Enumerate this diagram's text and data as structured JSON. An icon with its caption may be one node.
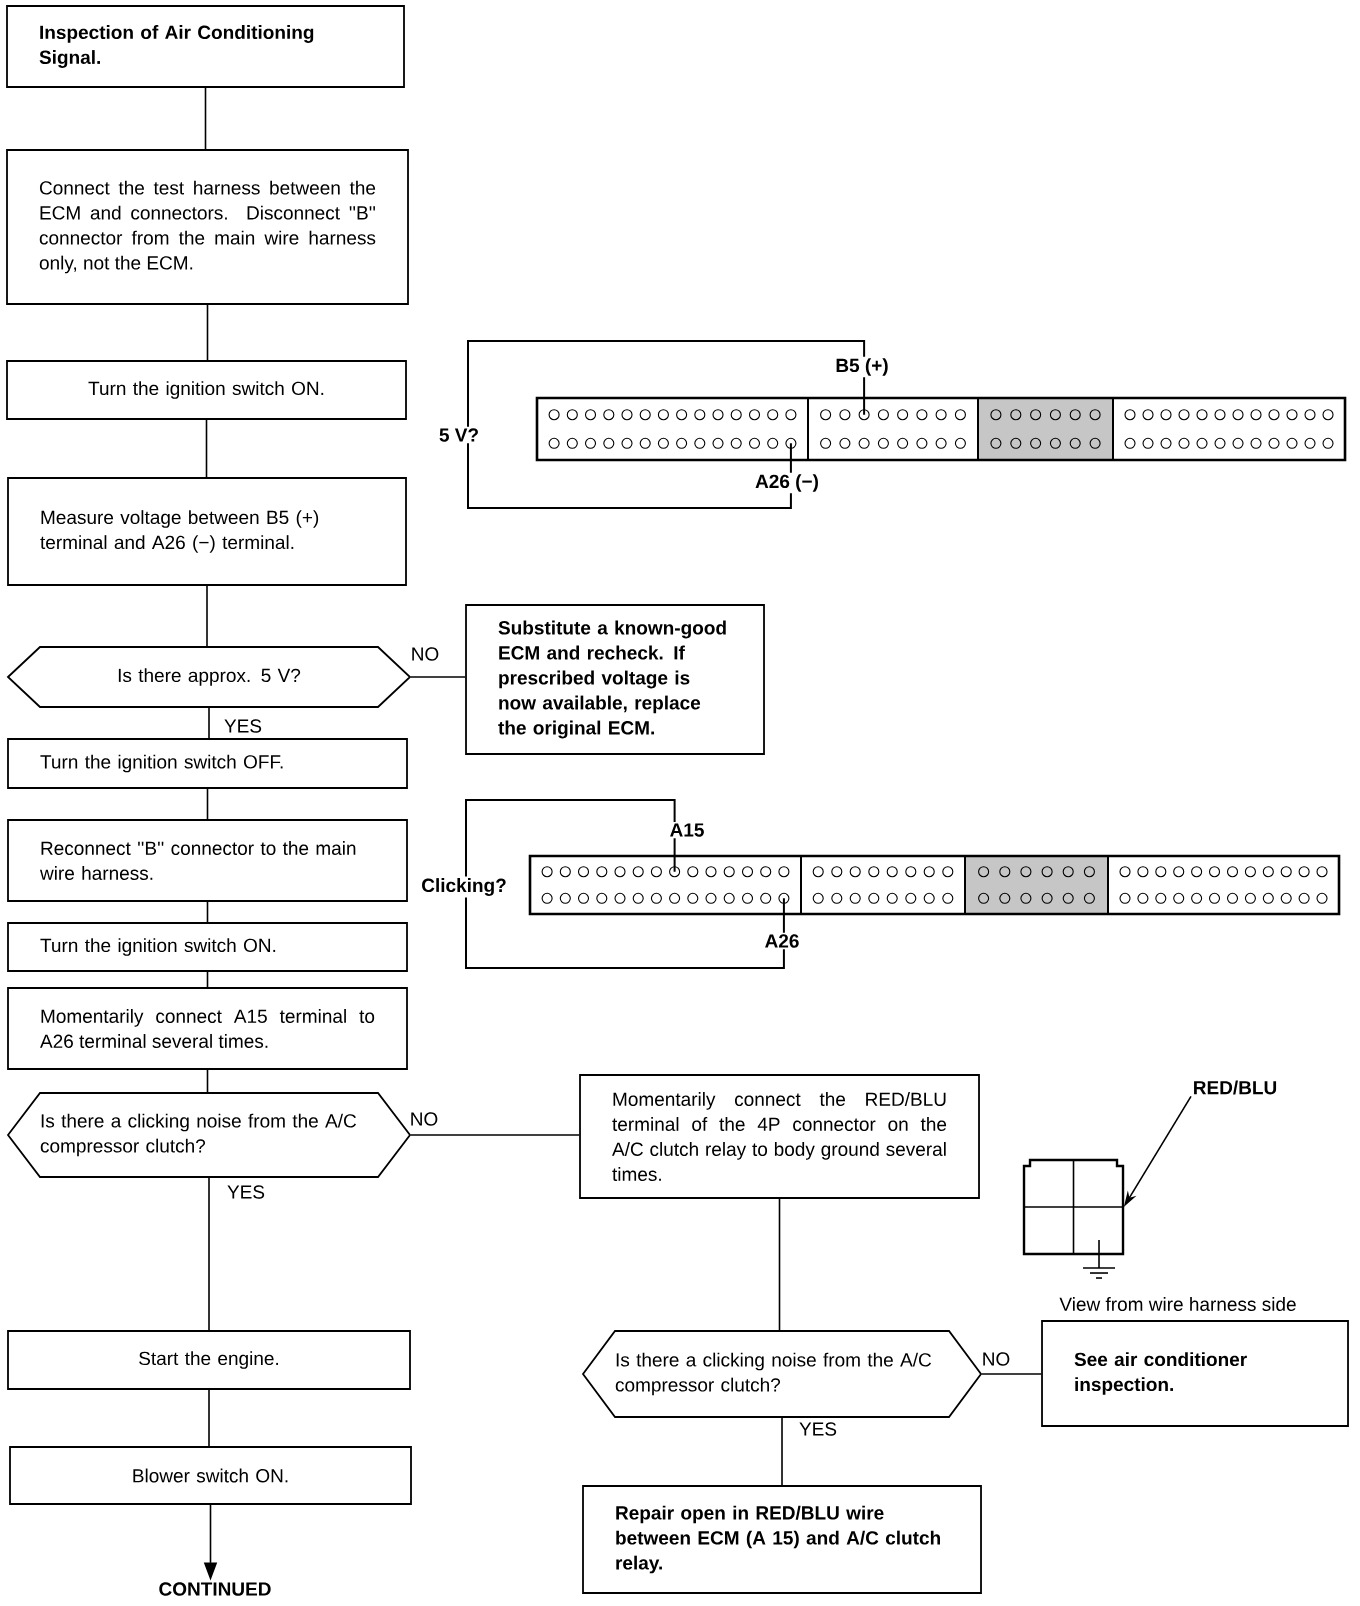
{
  "diagram": {
    "nodes": [
      {
        "text": [
          "Inspection of Air Conditioning Signal."
        ]
      },
      {
        "text": [
          "Connect the test harness between the ECM and connectors. Disconnect ''B'' connector from the main wire harness only, not the ECM."
        ]
      },
      {
        "text": [
          "Turn the ignition switch ON."
        ]
      },
      {
        "text": [
          "Measure voltage between B5 (+) terminal and A26 (−) terminal."
        ]
      },
      {
        "text": [
          "Is there approx. 5 V?"
        ]
      },
      {
        "text": [
          "Substitute a known-good ECM and recheck. If prescribed voltage is now available, replace the original ECM."
        ]
      },
      {
        "text": [
          "Turn the ignition switch OFF."
        ]
      },
      {
        "text": [
          "Reconnect ''B'' connector to the main wire harness."
        ]
      },
      {
        "text": [
          "Turn the ignition switch ON."
        ]
      },
      {
        "text": [
          "Momentarily connect A15 terminal to A26 terminal several times."
        ]
      },
      {
        "text": [
          "Is there a clicking noise from the A/C compressor clutch?"
        ]
      },
      {
        "text": [
          "Momentarily connect the RED/BLU terminal of the 4P connector on the A/C clutch relay to body ground several times."
        ]
      },
      {
        "text": [
          "Start the engine."
        ]
      },
      {
        "text": [
          "Blower switch ON."
        ]
      },
      {
        "text": [
          "CONTINUED"
        ]
      },
      {
        "text": [
          "Is there a clicking noise from the A/C compressor clutch?"
        ]
      },
      {
        "text": [
          "See air conditioner inspection."
        ]
      },
      {
        "text": [
          "Repair open in RED/BLU wire between ECM (A 15) and A/C clutch relay."
        ]
      },
      {
        "text": [
          "RED/BLU"
        ]
      },
      {
        "text": [],
        "shape": "box"
      }
    ],
    "edges": [
      {
        "from": 0,
        "to": 1,
        "arrow": "none"
      },
      {
        "from": 1,
        "to": 2,
        "arrow": "none"
      },
      {
        "from": 2,
        "to": 3,
        "arrow": "none"
      },
      {
        "from": 3,
        "to": 4,
        "arrow": "none"
      },
      {
        "from": 4,
        "to": 5,
        "arrow": "none",
        "label": "NO"
      },
      {
        "from": 4,
        "to": 6,
        "arrow": "none",
        "label": "YES"
      },
      {
        "from": 6,
        "to": 7,
        "arrow": "none"
      },
      {
        "from": 7,
        "to": 8,
        "arrow": "none"
      },
      {
        "from": 8,
        "to": 9,
        "arrow": "none"
      },
      {
        "from": 9,
        "to": 10,
        "arrow": "none"
      },
      {
        "from": 10,
        "to": 11,
        "arrow": "none",
        "label": "NO"
      },
      {
        "from": 10,
        "to": 12,
        "arrow": "none",
        "label": "YES"
      },
      {
        "from": 12,
        "to": 13,
        "arrow": "none"
      },
      {
        "from": 13,
        "to": 14,
        "arrow": "to"
      },
      {
        "from": 11,
        "to": 15,
        "arrow": "none"
      },
      {
        "from": 15,
        "to": 16,
        "arrow": "none",
        "label": "NO"
      },
      {
        "from": 15,
        "to": 17,
        "arrow": "none",
        "label": "YES"
      },
      {
        "from": 18,
        "to": 19,
        "arrow": "to"
      }
    ],
    "labels": [
      "B5 (+)",
      "5 V?",
      "A26 (−)",
      "A15",
      "Clicking?",
      "A26",
      "View from wire harness side"
    ]
  }
}
